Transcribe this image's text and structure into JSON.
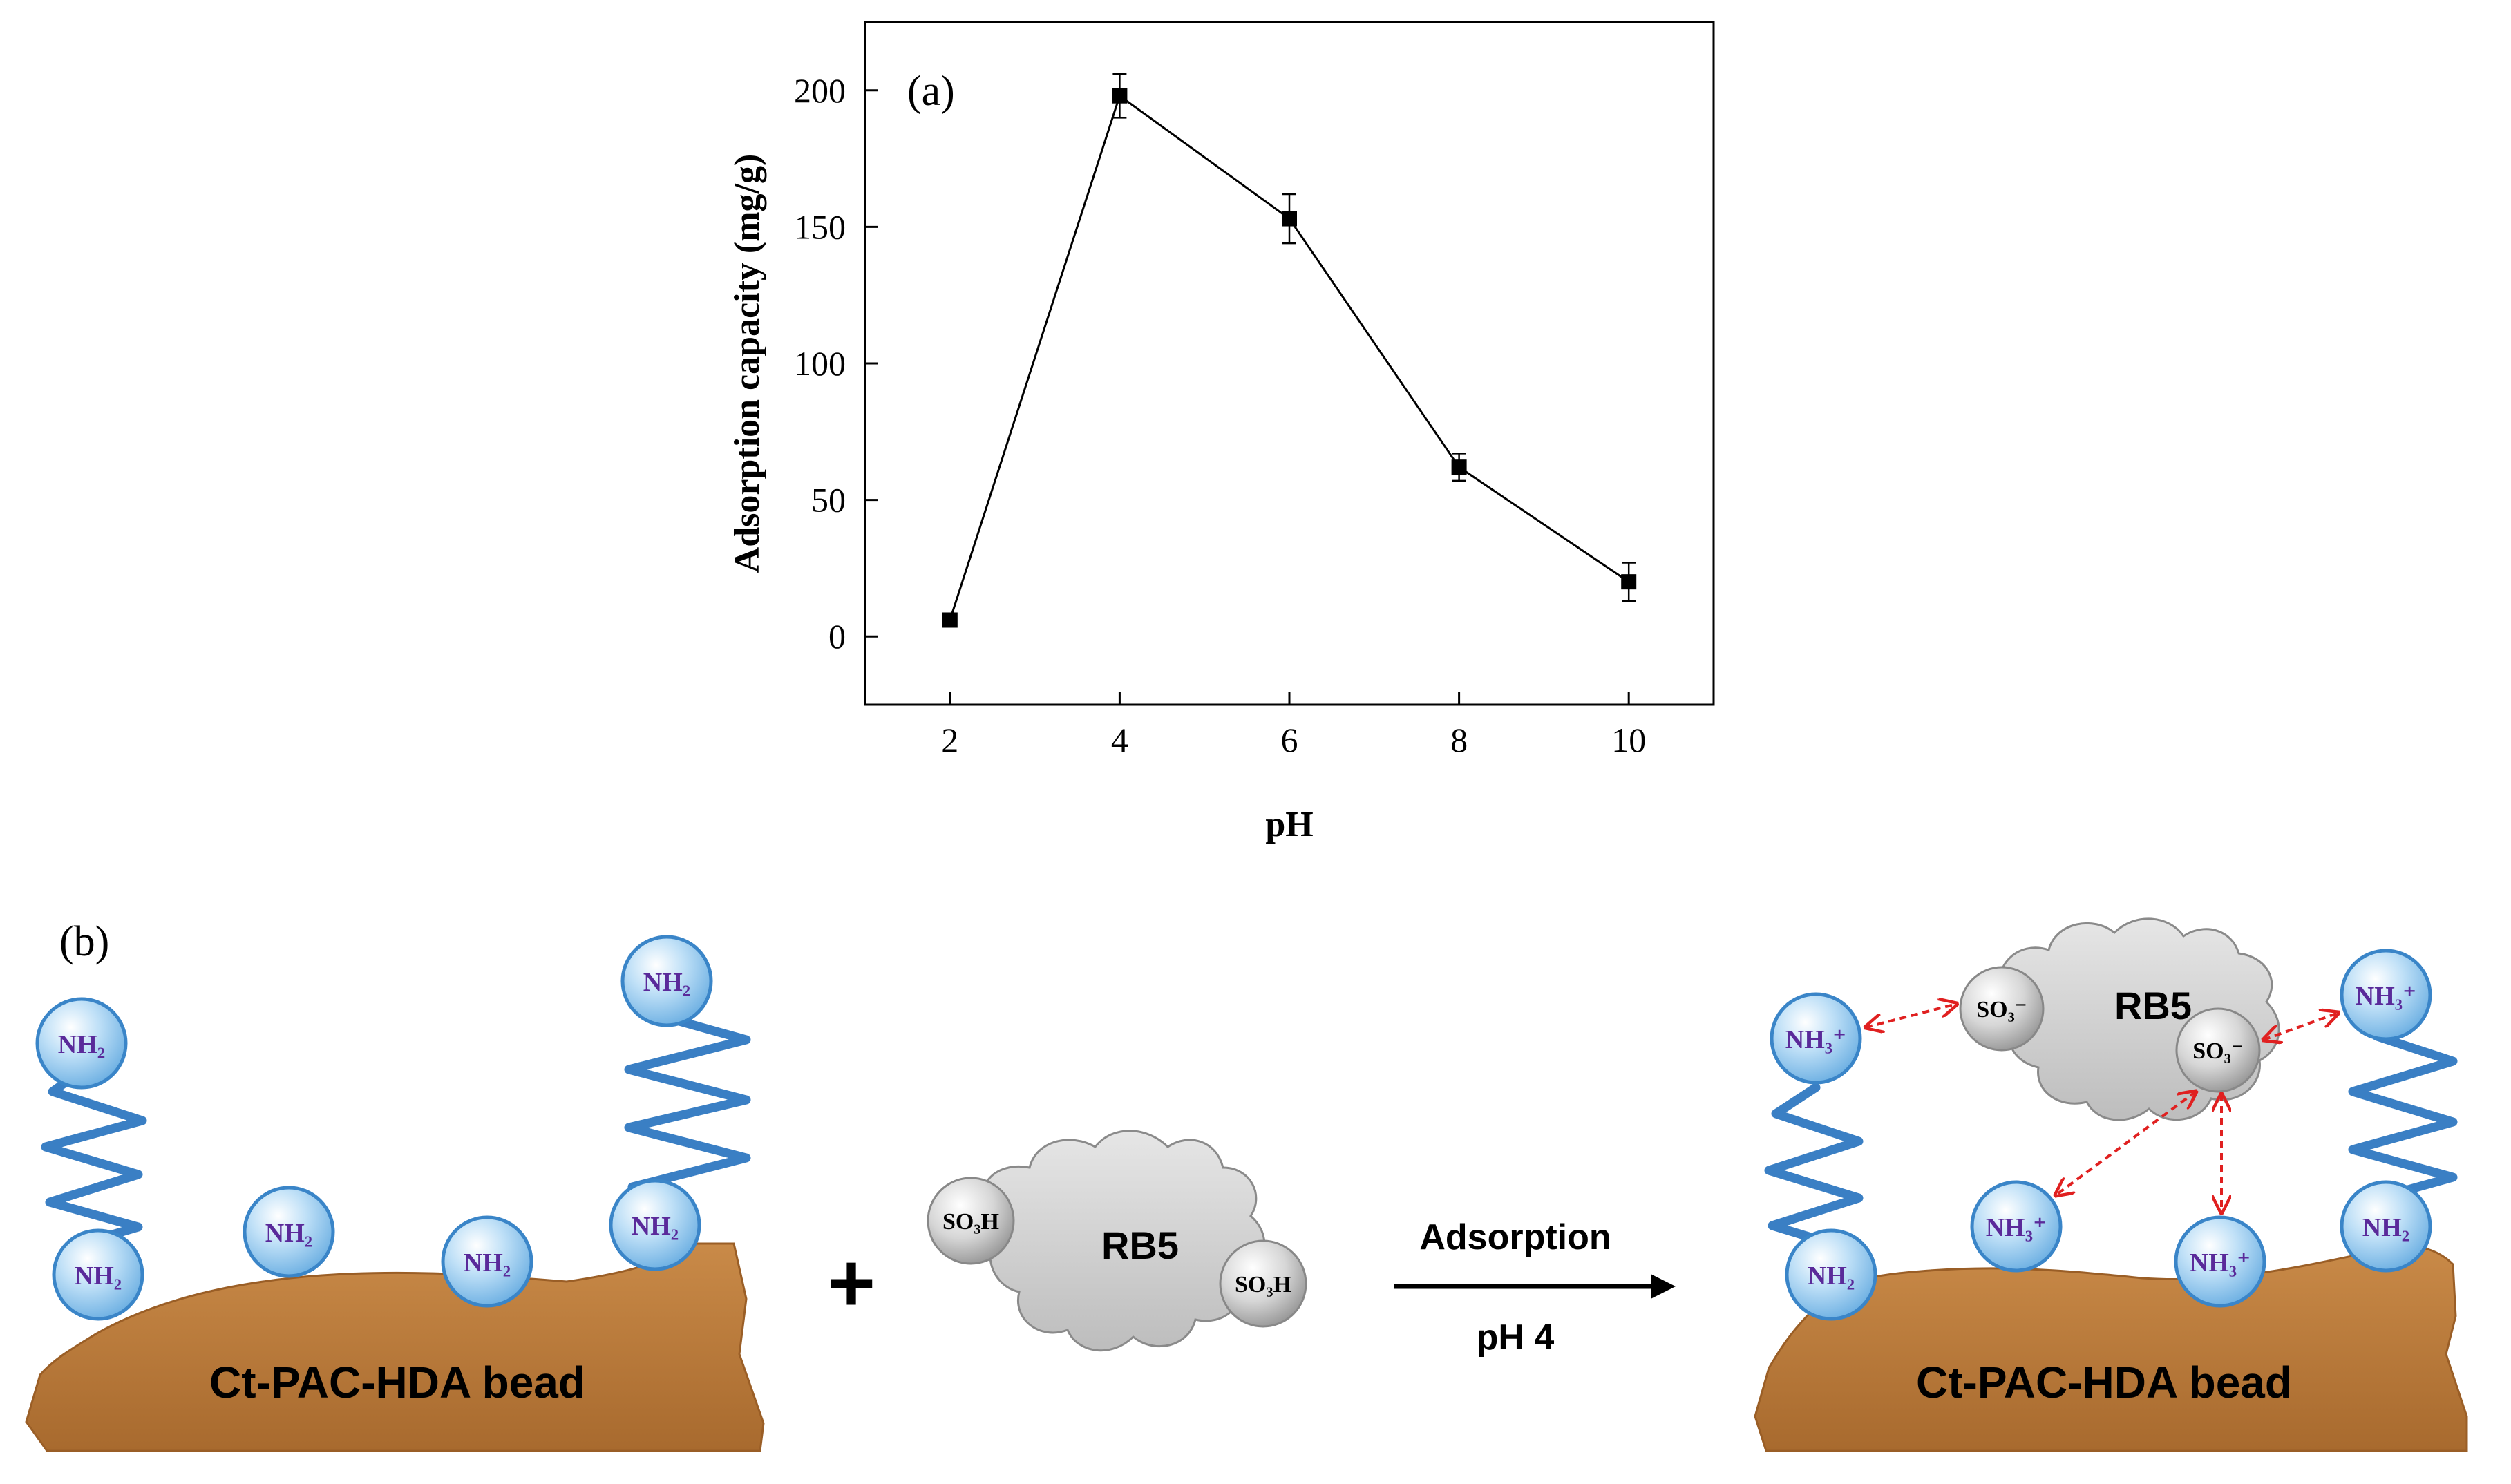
{
  "panel_a": {
    "label": "(a)",
    "chart_data": {
      "type": "line",
      "x": [
        2,
        4,
        6,
        8,
        10
      ],
      "y": [
        6,
        198,
        153,
        62,
        20
      ],
      "error": [
        2,
        8,
        9,
        5,
        7
      ],
      "xlabel": "pH",
      "ylabel": "Adsorption capacity (mg/g)",
      "xlim": [
        1,
        11
      ],
      "ylim": [
        -25,
        225
      ],
      "xticks": [
        2,
        4,
        6,
        8,
        10
      ],
      "yticks": [
        0,
        50,
        100,
        150,
        200
      ],
      "marker": "square",
      "grid": false,
      "color": "#000000"
    }
  },
  "panel_b": {
    "label": "(b)",
    "bead_label_left": "Ct-PAC-HDA bead",
    "bead_label_right": "Ct-PAC-HDA bead",
    "plus": "+",
    "dye_label": "RB5",
    "dye_label_bound": "RB5",
    "sulfonic_group": "SO₃H",
    "sulfonate_group": "SO₃⁻",
    "amine_group": "NH₂",
    "ammonium_group": "NH₃⁺",
    "arrow_top": "Adsorption",
    "arrow_bottom": "pH 4",
    "colors": {
      "bead": "#b87b3e",
      "bead_light": "#d99a5a",
      "amine": "#9cc9ec",
      "amine_border": "#3a85c8",
      "chain": "#3a7fc4",
      "dye": "#cfcfcf",
      "interaction": "#e02020",
      "amine_text": "#5a2a9a"
    }
  }
}
